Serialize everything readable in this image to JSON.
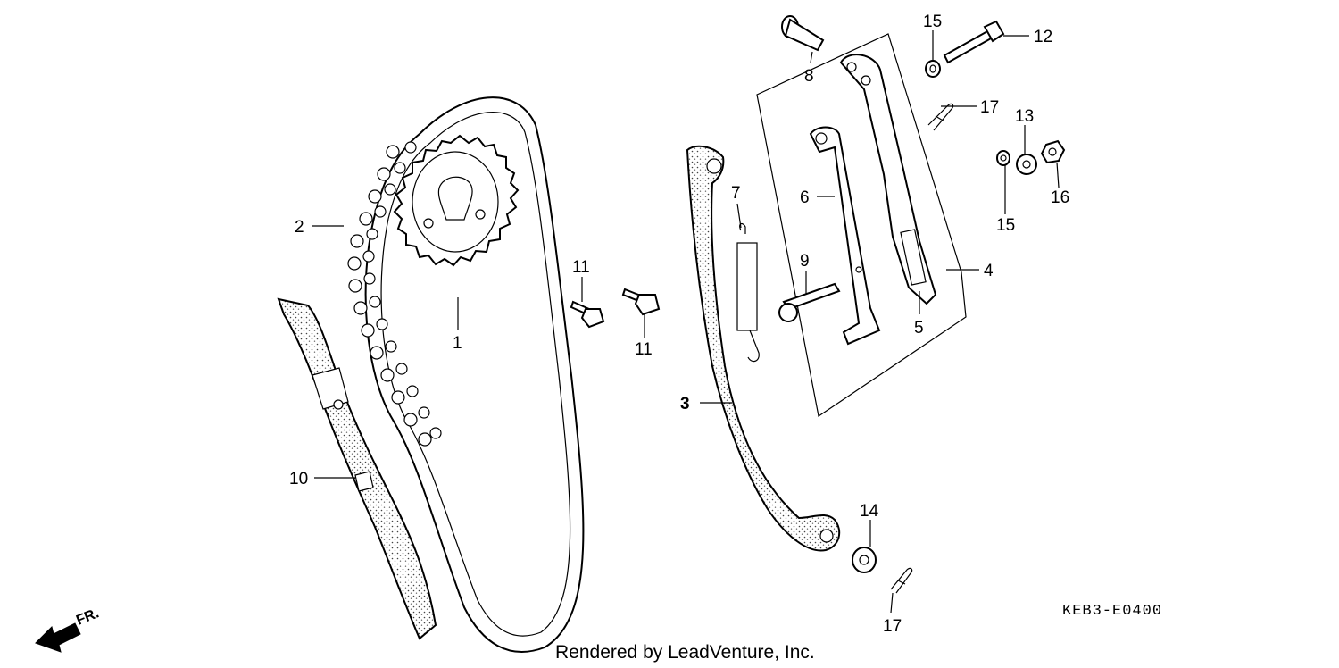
{
  "diagram": {
    "drawing_code": "KEB3-E0400",
    "credit": "Rendered by LeadVenture, Inc.",
    "front_marker": "FR.",
    "callouts": [
      {
        "id": "c1",
        "label": "1"
      },
      {
        "id": "c2",
        "label": "2"
      },
      {
        "id": "c3",
        "label": "3"
      },
      {
        "id": "c4",
        "label": "4"
      },
      {
        "id": "c5",
        "label": "5"
      },
      {
        "id": "c6",
        "label": "6"
      },
      {
        "id": "c7",
        "label": "7"
      },
      {
        "id": "c8",
        "label": "8"
      },
      {
        "id": "c9",
        "label": "9"
      },
      {
        "id": "c10",
        "label": "10"
      },
      {
        "id": "c11a",
        "label": "11"
      },
      {
        "id": "c11b",
        "label": "11"
      },
      {
        "id": "c12",
        "label": "12"
      },
      {
        "id": "c13",
        "label": "13"
      },
      {
        "id": "c14",
        "label": "14"
      },
      {
        "id": "c15a",
        "label": "15"
      },
      {
        "id": "c15b",
        "label": "15"
      },
      {
        "id": "c16",
        "label": "16"
      },
      {
        "id": "c17a",
        "label": "17"
      },
      {
        "id": "c17b",
        "label": "17"
      }
    ]
  }
}
